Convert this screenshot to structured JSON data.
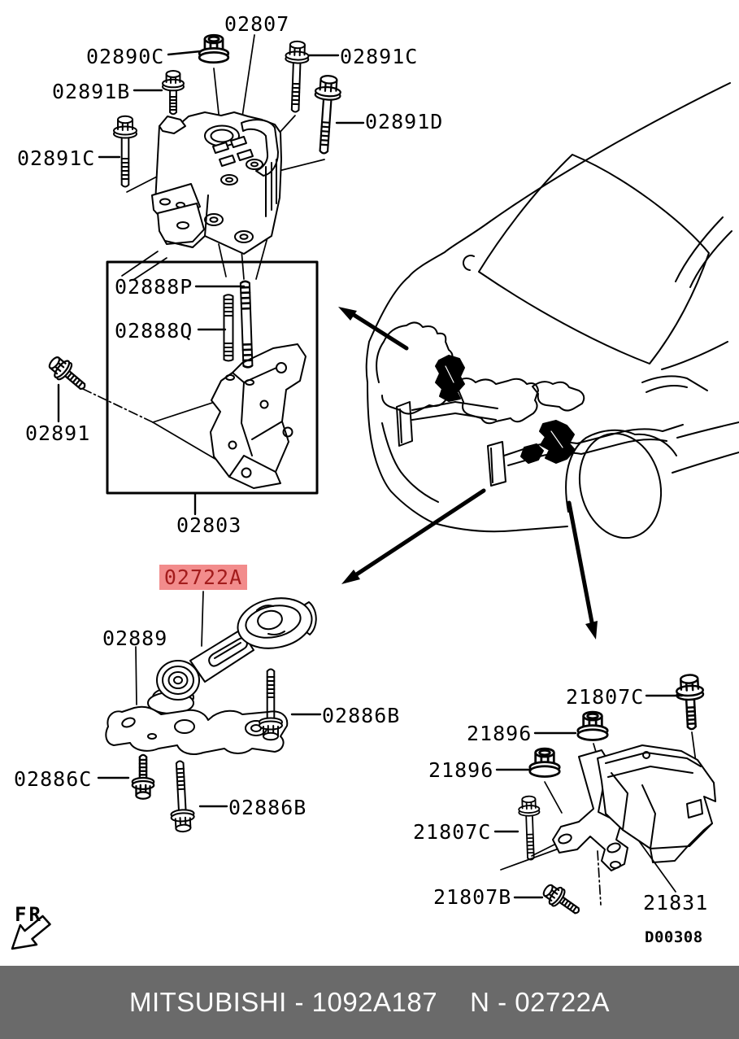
{
  "footer": {
    "left_text": "MITSUBISHI - 1092A187",
    "right_text": "N - 02722A",
    "bg_color": "#6a6a6a",
    "text_color": "#ffffff"
  },
  "highlight": {
    "text": "02722A",
    "bg_color": "#f28c8c",
    "text_color": "#a31c1c"
  },
  "orientation_label": "FR",
  "drawing_code": "D00308",
  "line_color": "#000000",
  "part_labels": {
    "p02807": "02807",
    "p02890c": "02890C",
    "p02891c_top": "02891C",
    "p02891b": "02891B",
    "p02891d": "02891D",
    "p02891c_left": "02891C",
    "p02888p": "02888P",
    "p02888q": "02888Q",
    "p02891": "02891",
    "p02803": "02803",
    "p02889": "02889",
    "p02886b_upper": "02886B",
    "p02886c": "02886C",
    "p02886b_lower": "02886B",
    "p21807c_top": "21807C",
    "p21896_upper": "21896",
    "p21896_lower": "21896",
    "p21807c_left": "21807C",
    "p21807b": "21807B",
    "p21831": "21831"
  }
}
